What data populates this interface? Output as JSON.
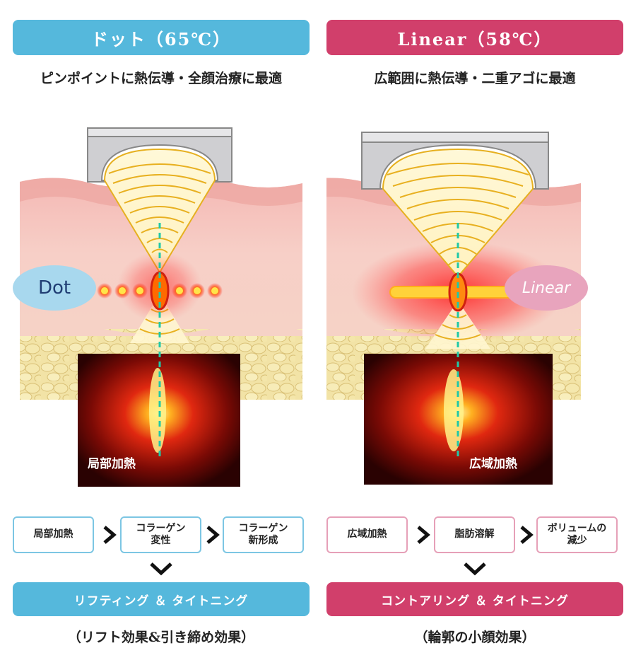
{
  "left": {
    "title": "ドット（65℃）",
    "subtitle": "ピンポイントに熱伝導・全顔治療に最適",
    "mode_label": "Dot",
    "heat_label": "局部加熱",
    "flow": [
      {
        "label": "局部加熱"
      },
      {
        "label": "コラーゲン\n変性"
      },
      {
        "label": "コラーゲン\n新形成"
      }
    ],
    "result": "リフティング ＆ タイトニング",
    "effect": "（リフト効果&引き締め効果）",
    "accent_color": "#55b8dc"
  },
  "right": {
    "title": "Linear（58℃）",
    "subtitle": "広範囲に熱伝導・二重アゴに最適",
    "mode_label": "Linear",
    "heat_label": "広域加熱",
    "flow": [
      {
        "label": "広域加熱"
      },
      {
        "label": "脂肪溶解"
      },
      {
        "label": "ボリュームの\n減少"
      }
    ],
    "result": "コントアリング ＆ タイトニング",
    "effect": "（輪郭の小顔効果）",
    "accent_color": "#d13f6b"
  }
}
